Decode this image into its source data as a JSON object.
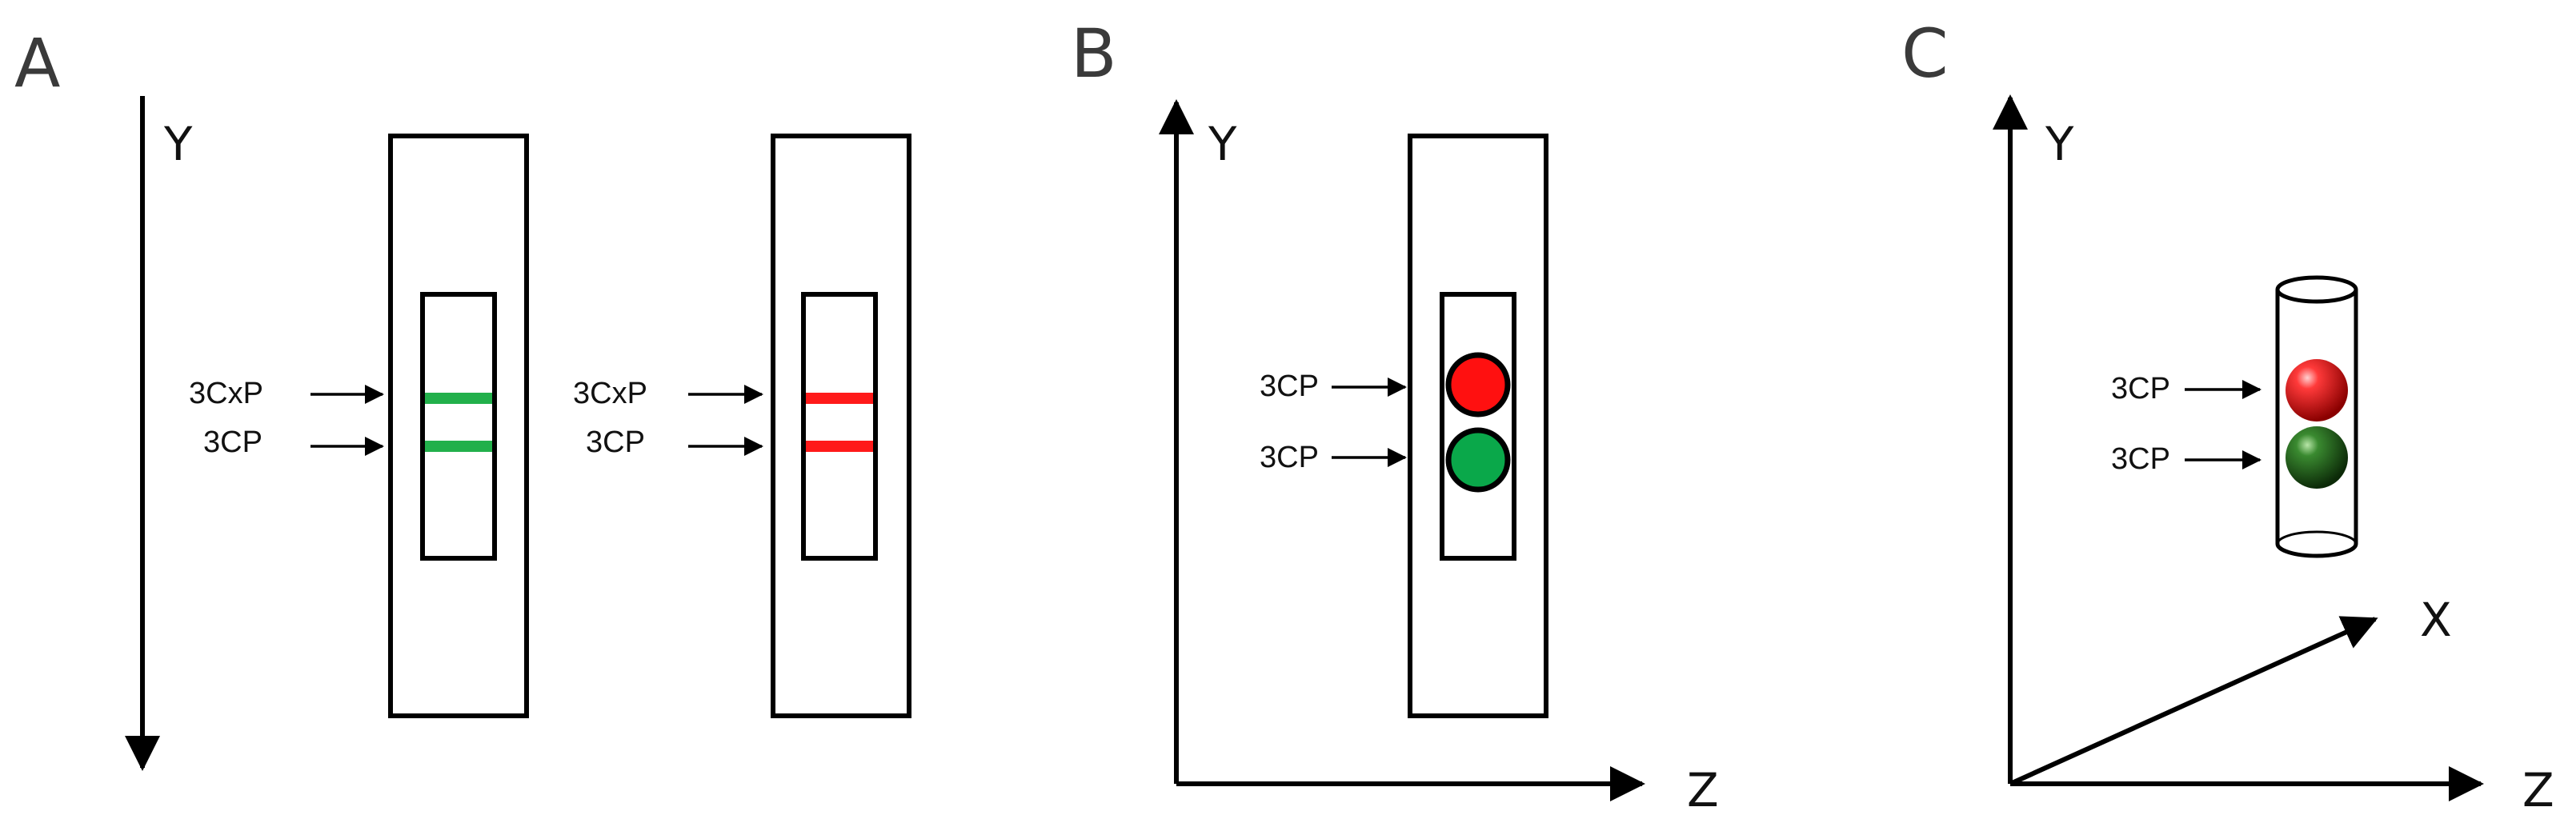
{
  "panels": {
    "a": {
      "letter": "A",
      "axis_y": "Y",
      "strip_1": {
        "label_top": "3CxP",
        "label_bottom": "3CP",
        "band_color": "#22b04b"
      },
      "strip_2": {
        "label_top": "3CxP",
        "label_bottom": "3CP",
        "band_color": "#ff1a1a"
      }
    },
    "b": {
      "letter": "B",
      "axis_y": "Y",
      "axis_z": "Z",
      "label_top": "3CP",
      "label_bottom": "3CP",
      "dot_top_color": "#ff1010",
      "dot_bottom_color": "#0aa84a"
    },
    "c": {
      "letter": "C",
      "axis_y": "Y",
      "axis_x": "X",
      "axis_z": "Z",
      "label_top": "3CP",
      "label_bottom": "3CP",
      "sphere_top_color": "#e01010",
      "sphere_bottom_color": "#2f7a2a"
    }
  }
}
